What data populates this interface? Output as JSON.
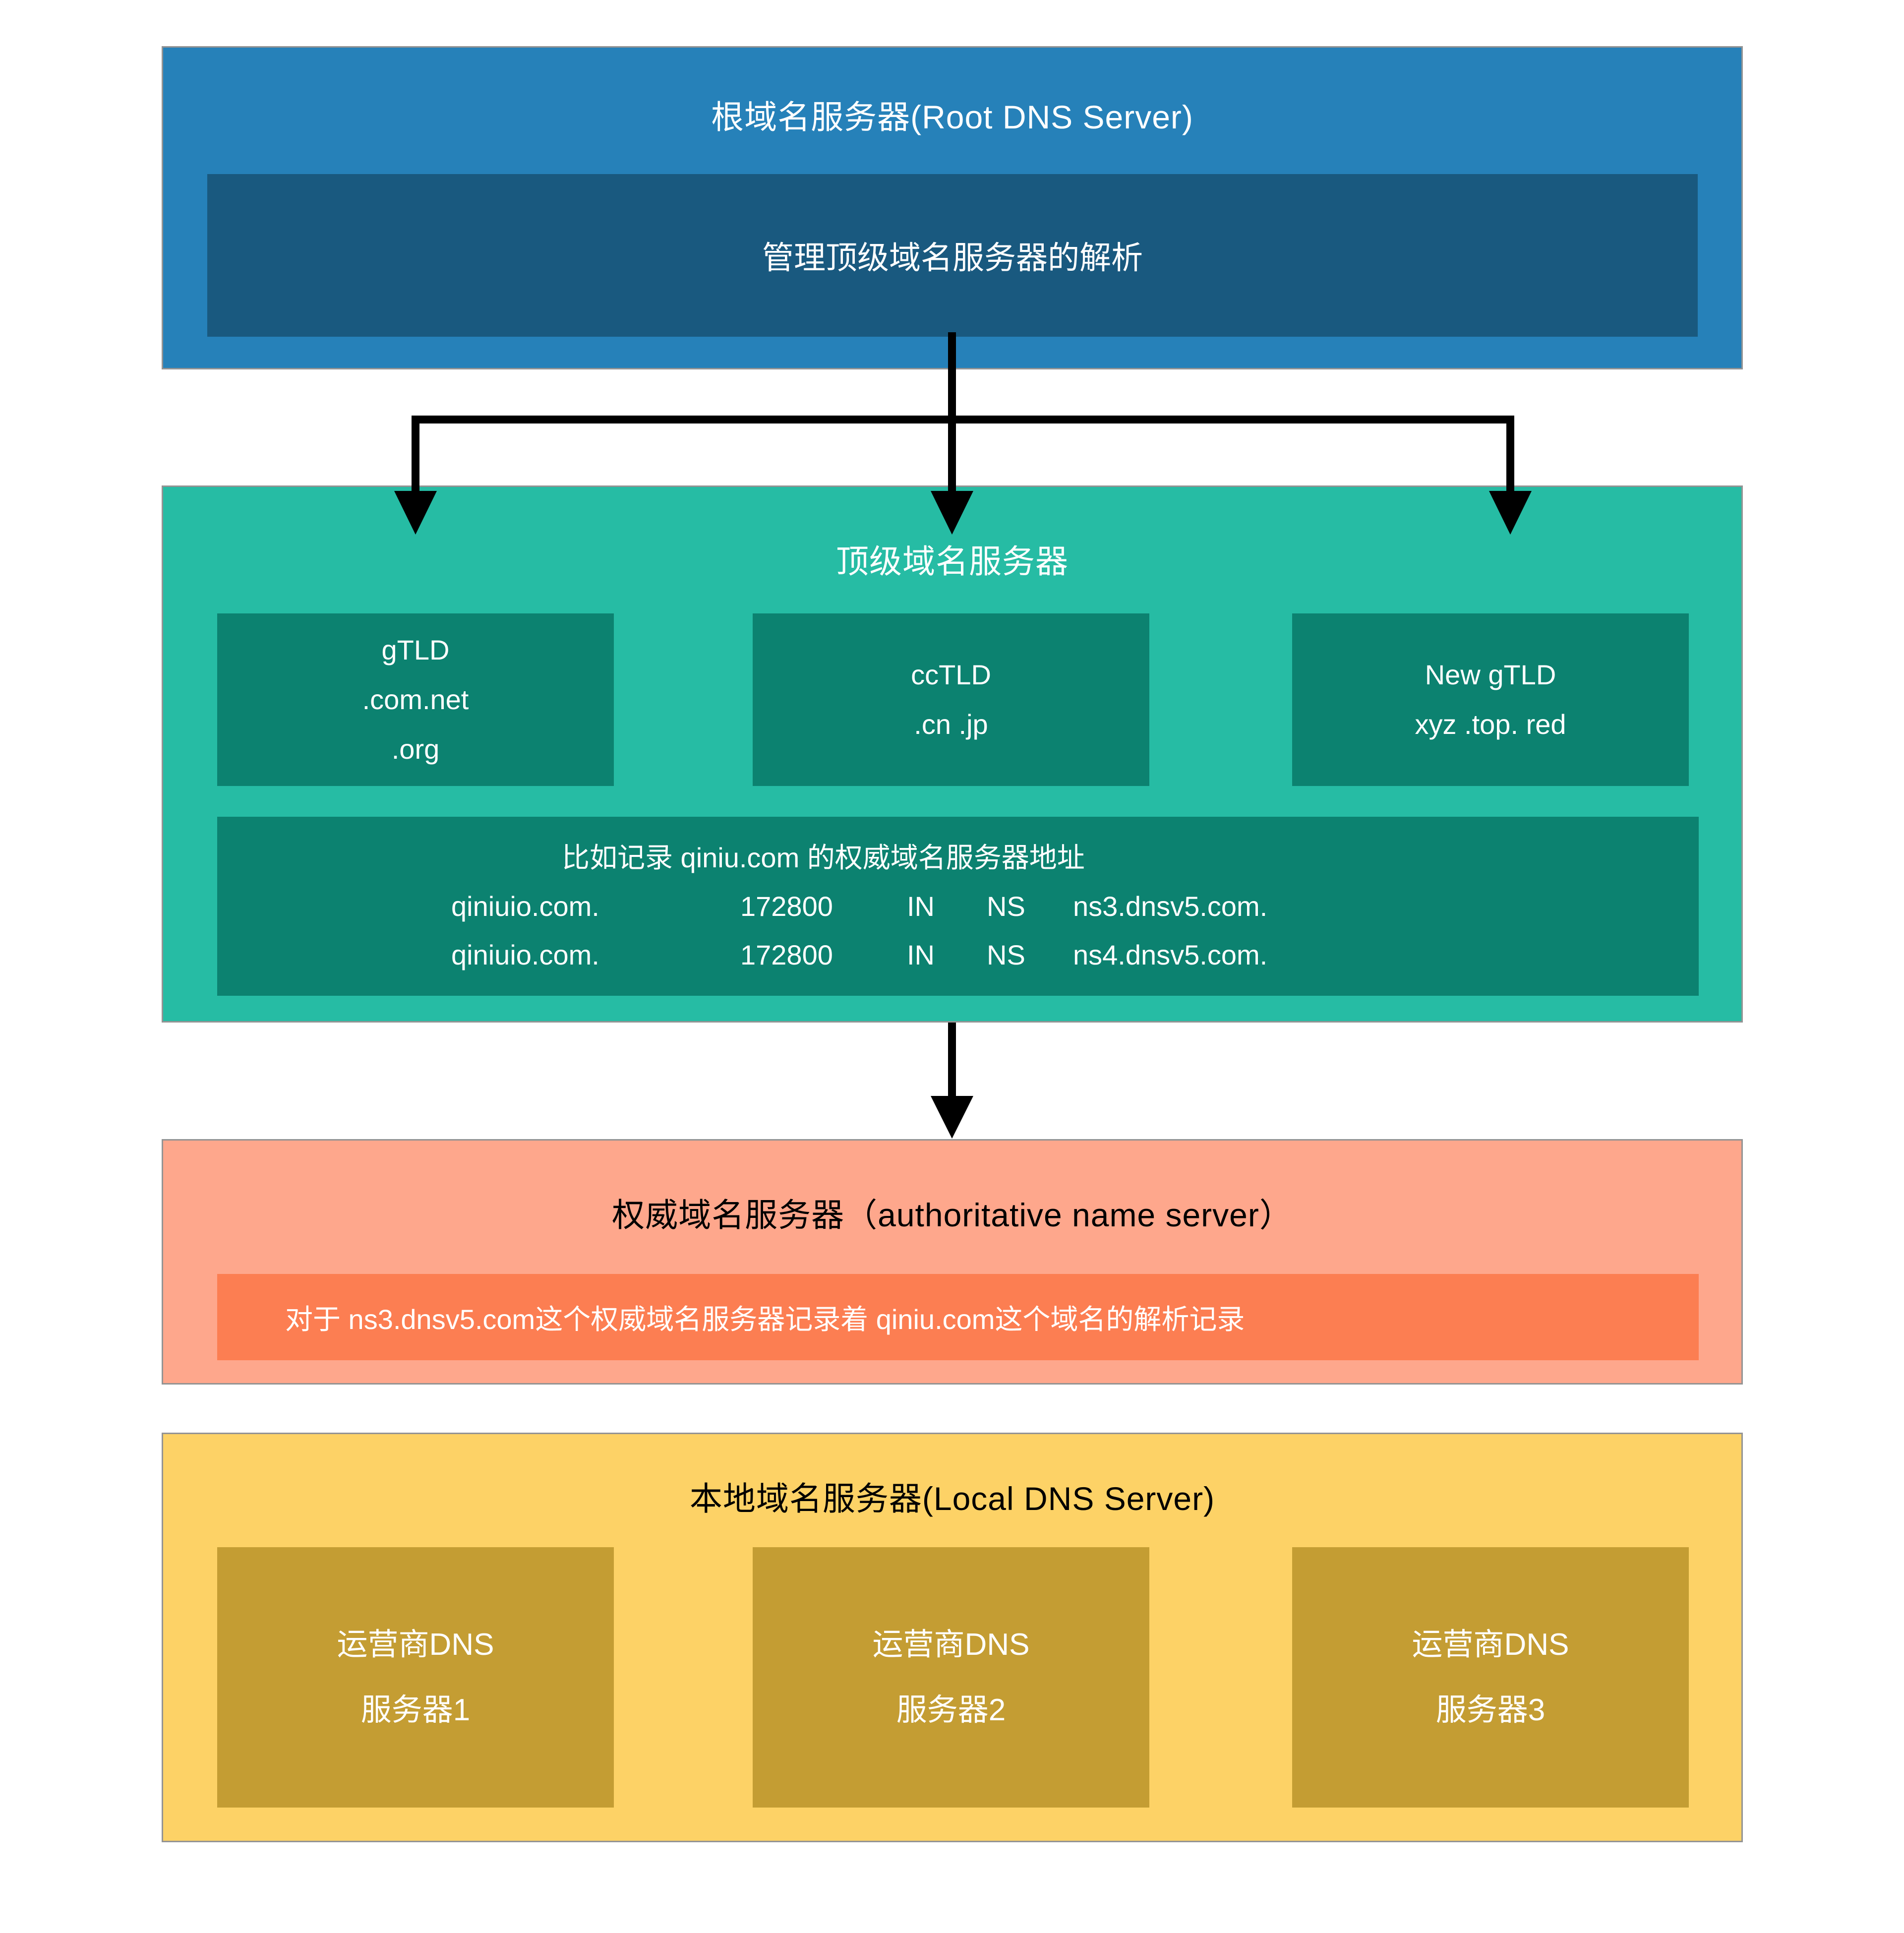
{
  "colors": {
    "root_bg": "#2681B9",
    "root_inner_bg": "#19597F",
    "tld_bg": "#26BCA4",
    "tld_inner_bg": "#0C8270",
    "auth_bg": "#FEA78C",
    "auth_inner_bg": "#FC7E52",
    "local_bg": "#FDD266",
    "local_inner_bg": "#C49D33",
    "border": "#949494",
    "arrow": "#000000",
    "text_light": "#FFFFFF",
    "text_dark": "#000000"
  },
  "root_section": {
    "title": "根域名服务器(Root DNS Server)",
    "detail": "管理顶级域名服务器的解析"
  },
  "tld_section": {
    "title": "顶级域名服务器",
    "boxes": [
      {
        "lines": [
          "gTLD",
          ".com.net",
          ".org"
        ]
      },
      {
        "lines": [
          "ccTLD",
          ".cn .jp"
        ]
      },
      {
        "lines": [
          "New gTLD",
          "xyz .top. red"
        ]
      }
    ],
    "record": {
      "caption": "比如记录 qiniu.com 的权威域名服务器地址",
      "rows": [
        {
          "name": "qiniuio.com.",
          "ttl": "172800",
          "class": "IN",
          "type": "NS",
          "value": "ns3.dnsv5.com."
        },
        {
          "name": "qiniuio.com.",
          "ttl": "172800",
          "class": "IN",
          "type": "NS",
          "value": "ns4.dnsv5.com."
        }
      ]
    }
  },
  "auth_section": {
    "title": "权威域名服务器（authoritative name server）",
    "detail": "对于 ns3.dnsv5.com这个权威域名服务器记录着 qiniu.com这个域名的解析记录"
  },
  "local_section": {
    "title": "本地域名服务器(Local DNS Server)",
    "boxes": [
      {
        "lines": [
          "运营商DNS",
          "服务器1"
        ]
      },
      {
        "lines": [
          "运营商DNS",
          "服务器2"
        ]
      },
      {
        "lines": [
          "运营商DNS",
          "服务器3"
        ]
      }
    ]
  }
}
